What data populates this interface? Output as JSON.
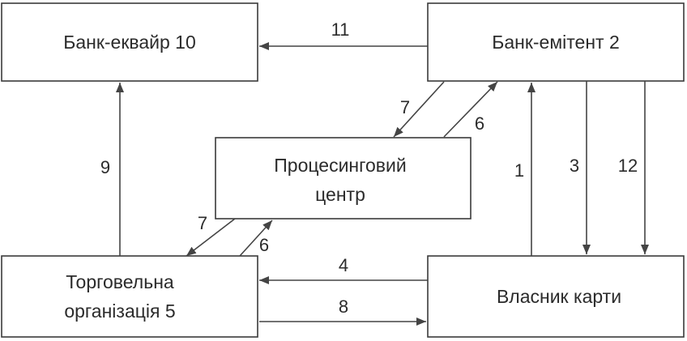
{
  "nodes": {
    "acquirer": {
      "label": "Банк-еквайр 10"
    },
    "issuer": {
      "label": "Банк-емітент 2"
    },
    "processing": {
      "line1": "Процесинговий",
      "line2": "центр"
    },
    "merchant": {
      "line1": "Торговельна",
      "line2": "організація 5"
    },
    "cardholder": {
      "label": "Власник карти"
    }
  },
  "flows": {
    "f11": "11",
    "f7_top": "7",
    "f6_top": "6",
    "f9": "9",
    "f1": "1",
    "f3": "3",
    "f12": "12",
    "f7_bottom": "7",
    "f6_bottom": "6",
    "f4": "4",
    "f8": "8"
  }
}
